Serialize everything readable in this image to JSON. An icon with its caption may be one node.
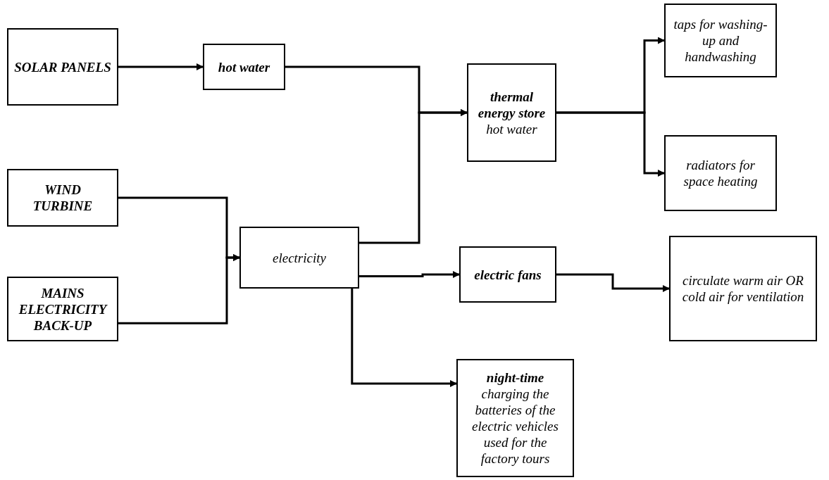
{
  "diagram": {
    "nodes": [
      {
        "text": [
          "SOLAR PANELS"
        ]
      },
      {
        "text": [
          "hot water"
        ]
      },
      {
        "text": [
          "**thermal energy store** hot water"
        ]
      },
      {
        "text": [
          "taps for washing-up and handwashing"
        ]
      },
      {
        "text": [
          "radiators for space heating"
        ]
      },
      {
        "text": [
          "WIND TURBINE"
        ]
      },
      {
        "text": [
          "MAINS ELECTRICITY BACK-UP"
        ]
      },
      {
        "text": [
          "electricity"
        ]
      },
      {
        "text": [
          "electric fans"
        ]
      },
      {
        "text": [
          "circulate warm air OR cold air for ventilation"
        ]
      },
      {
        "text": [
          "**night-time** charging the batteries of the electric vehicles used for the factory tours"
        ]
      }
    ],
    "edges": [
      {
        "from": 0,
        "to": 1,
        "arrow": "to"
      },
      {
        "from": 1,
        "to": 2,
        "arrow": "to"
      },
      {
        "from": 7,
        "to": 2,
        "arrow": "to"
      },
      {
        "from": 2,
        "to": 3,
        "arrow": "to"
      },
      {
        "from": 2,
        "to": 4,
        "arrow": "to"
      },
      {
        "from": 5,
        "to": 7,
        "arrow": "to"
      },
      {
        "from": 6,
        "to": 7,
        "arrow": "to"
      },
      {
        "from": 7,
        "to": 8,
        "arrow": "to"
      },
      {
        "from": 8,
        "to": 9,
        "arrow": "to"
      },
      {
        "from": 7,
        "to": 10,
        "arrow": "to"
      }
    ]
  }
}
